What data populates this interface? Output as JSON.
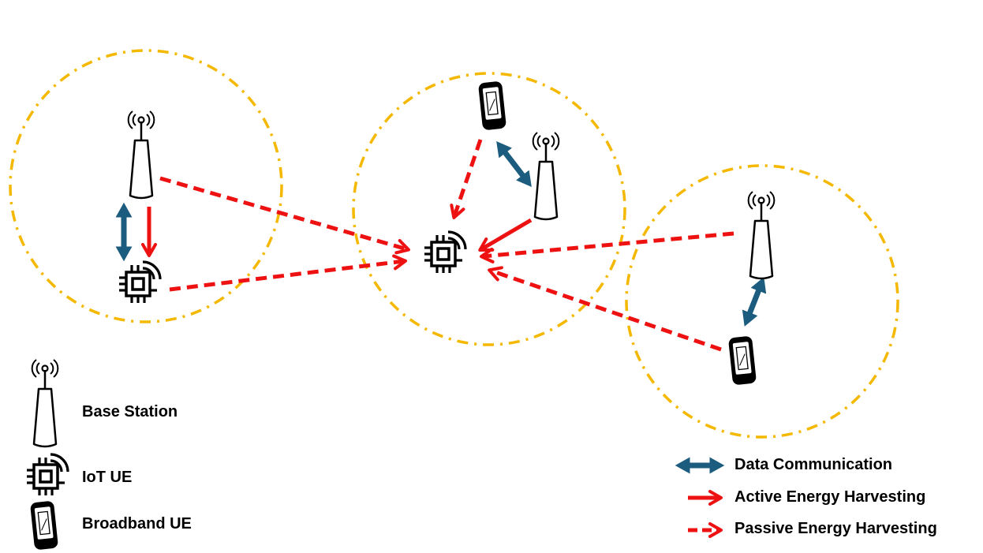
{
  "legend": {
    "base_station": "Base Station",
    "iot_ue": "IoT UE",
    "broadband_ue": "Broadband UE",
    "data_communication": "Data Communication",
    "active_energy_harvesting": "Active Energy Harvesting",
    "passive_energy_harvesting": "Passive Energy Harvesting"
  },
  "colors": {
    "cell_boundary": "#F5B800",
    "data_communication": "#1C5C7E",
    "energy_harvesting": "#EE1111",
    "icon": "#000000"
  },
  "icons": {
    "base_station": "antenna-tower-icon",
    "iot_ue": "chip-wireless-icon",
    "broadband_ue": "smartphone-icon"
  }
}
